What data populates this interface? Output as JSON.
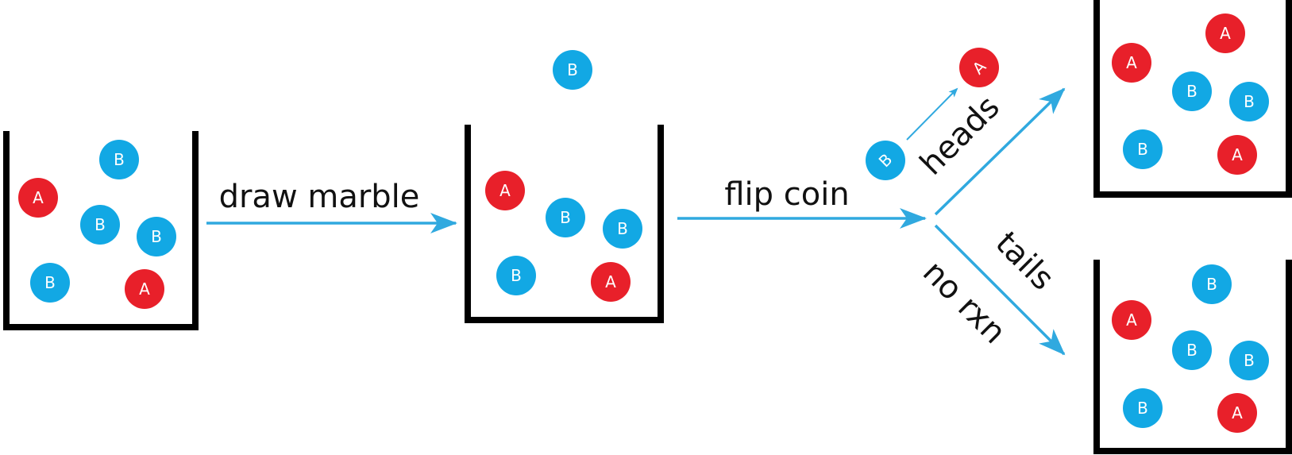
{
  "colors": {
    "marble_a": "#e8202a",
    "marble_b": "#12a8e4",
    "marble_text": "#ffffff",
    "arrow": "#30a9df",
    "beaker": "#000000",
    "text": "#111111"
  },
  "labels": {
    "draw": "draw marble",
    "flip": "flip coin",
    "heads": "heads",
    "tails": "tails",
    "norxn": "no rxn"
  },
  "marbles": {
    "beaker1": [
      "A",
      "B",
      "B",
      "B",
      "B",
      "A"
    ],
    "drawn": "B",
    "beaker2": [
      "A",
      "B",
      "B",
      "B",
      "A"
    ],
    "heads_before": "B",
    "heads_after": "A",
    "beaker3": [
      "A",
      "A",
      "B",
      "B",
      "B",
      "A"
    ],
    "beaker4": [
      "B",
      "A",
      "B",
      "B",
      "B",
      "A"
    ]
  }
}
